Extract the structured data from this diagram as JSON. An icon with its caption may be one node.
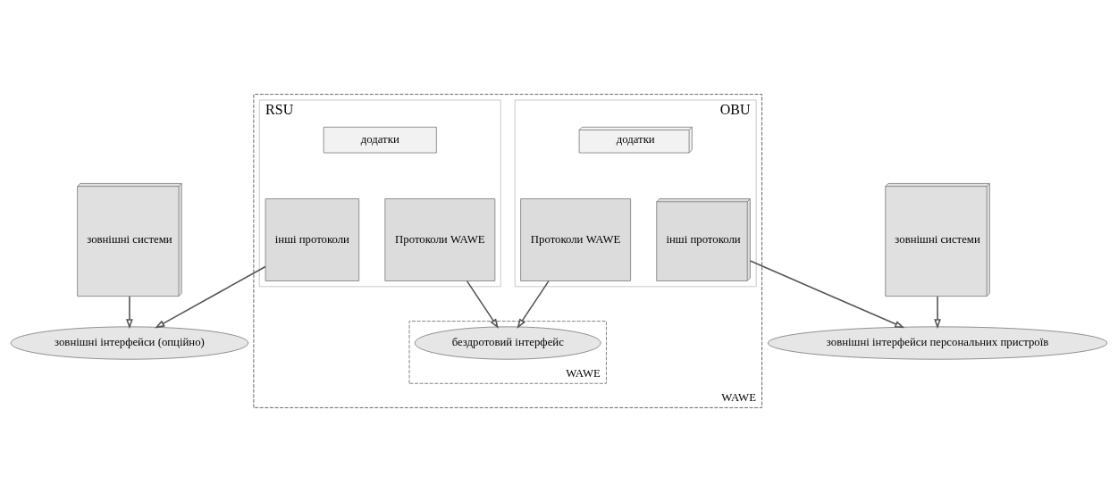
{
  "diagram": {
    "nodes": [
      {
        "text": [
          "WAWE"
        ]
      },
      {
        "text": [
          "RSU"
        ],
        "in": 0
      },
      {
        "text": [
          "додатки"
        ],
        "in": 1
      },
      {
        "text": [
          "інші протоколи"
        ],
        "in": 1
      },
      {
        "text": [
          "Протоколи WAWE"
        ],
        "in": 1
      },
      {
        "text": [
          "OBU"
        ],
        "in": 0
      },
      {
        "text": [
          "додатки"
        ],
        "in": 5
      },
      {
        "text": [
          "Протоколи WAWE"
        ],
        "in": 5
      },
      {
        "text": [
          "інші протоколи"
        ],
        "in": 5
      },
      {
        "text": [
          "WAWE"
        ],
        "in": 0
      },
      {
        "text": [
          "бездротовий інтерфейс"
        ],
        "in": 9
      },
      {
        "text": [
          "зовнішні системи"
        ]
      },
      {
        "text": [
          "зовнішні інтерфейси (опційно)"
        ]
      },
      {
        "text": [
          "зовнішні системи"
        ]
      },
      {
        "text": [
          "зовнішні інтерфейси персональних пристроїв"
        ]
      }
    ],
    "edges": [
      {
        "from": 11,
        "to": 12,
        "arrow": "to"
      },
      {
        "from": 3,
        "to": 12,
        "arrow": "to"
      },
      {
        "from": 4,
        "to": 10,
        "arrow": "to"
      },
      {
        "from": 7,
        "to": 10,
        "arrow": "to"
      },
      {
        "from": 8,
        "to": 14,
        "arrow": "to"
      },
      {
        "from": 13,
        "to": 14,
        "arrow": "to"
      }
    ]
  }
}
